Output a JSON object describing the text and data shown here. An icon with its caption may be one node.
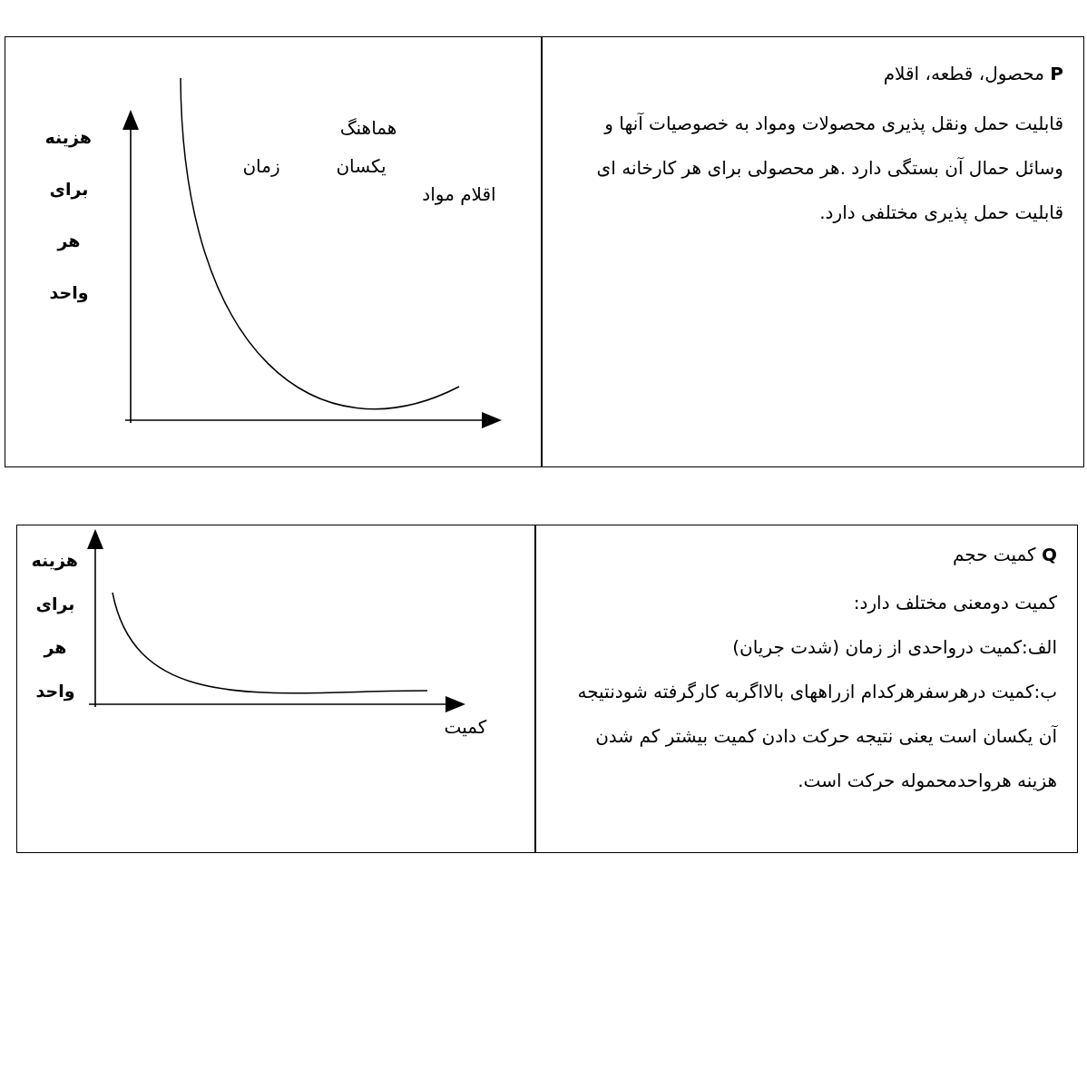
{
  "diagram": {
    "nodes": [
      {
        "text": [
          "**P** محصول، قطعه، اقلام",
          "قابلیت حمل ونقل پذیری محصولات ومواد به خصوصیات آنها و وسائل حمال آن بستگی دارد .هر محصولی برای هر کارخانه ای قابلیت حمل پذیری مختلفی دارد."
        ]
      },
      {
        "text": [
          "هزینه برای هر واحد",
          "هماهنگ",
          "یکسان",
          "زمان",
          "اقلام مواد"
        ]
      },
      {
        "text": [
          "**Q** کمیت حجم",
          "کمیت دومعنی مختلف دارد:",
          "الف:کمیت درواحدی از زمان (شدت جریان)",
          "ب:کمیت درهرسفرهرکدام ازراههای بالااگربه کارگرفته شودنتیجه آن یکسان است یعنی نتیجه حرکت دادن کمیت بیشتر کم شدن هزینه هرواحدمحموله حرکت است."
        ]
      },
      {
        "text": [
          "هزینه برای هر واحد",
          "کمیت"
        ]
      }
    ]
  }
}
